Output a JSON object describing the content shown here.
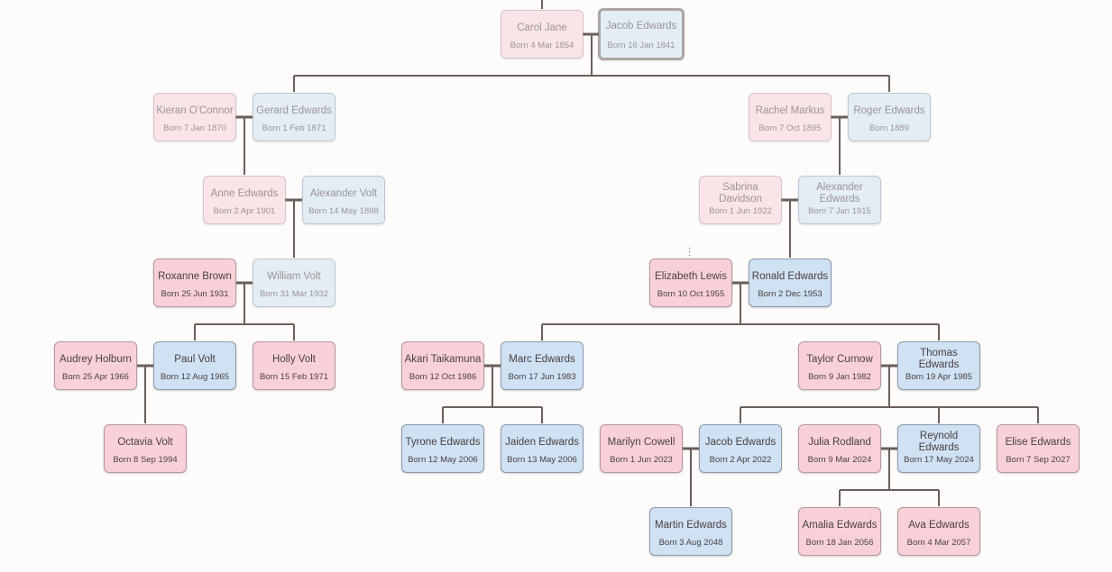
{
  "colors": {
    "female": "#f8d1d8",
    "male": "#cfe1f3",
    "line": "#6a5f5a"
  },
  "people": [
    {
      "id": "carol",
      "name": "Carol Jane",
      "born": "Born 4 Mar 1854",
      "sex": "f",
      "faded": true
    },
    {
      "id": "jacob-1841",
      "name": "Jacob Edwards",
      "born": "Born 16 Jan 1841",
      "sex": "m",
      "faded": true,
      "selected": true
    },
    {
      "id": "kieran",
      "name": "Kieran O'Connor",
      "born": "Born 7 Jan 1870",
      "sex": "f",
      "faded": true
    },
    {
      "id": "gerard",
      "name": "Gerard Edwards",
      "born": "Born 1 Feb 1871",
      "sex": "m",
      "faded": true
    },
    {
      "id": "rachel",
      "name": "Rachel Markus",
      "born": "Born 7 Oct 1895",
      "sex": "f",
      "faded": true
    },
    {
      "id": "roger",
      "name": "Roger Edwards",
      "born": "Born 1889",
      "sex": "m",
      "faded": true
    },
    {
      "id": "anne",
      "name": "Anne Edwards",
      "born": "Born 2 Apr 1901",
      "sex": "f",
      "faded": true
    },
    {
      "id": "alexander-volt",
      "name": "Alexander Volt",
      "born": "Born 14 May 1898",
      "sex": "m",
      "faded": true
    },
    {
      "id": "sabrina",
      "name": "Sabrina Davidson",
      "born": "Born 1 Jun 1922",
      "sex": "f",
      "faded": true
    },
    {
      "id": "alexander-edwards",
      "name": "Alexander Edwards",
      "born": "Born 7 Jan 1915",
      "sex": "m",
      "faded": true
    },
    {
      "id": "roxanne",
      "name": "Roxanne Brown",
      "born": "Born 25 Jun 1931",
      "sex": "f"
    },
    {
      "id": "william",
      "name": "William Volt",
      "born": "Born 31 Mar 1932",
      "sex": "m",
      "faded": true
    },
    {
      "id": "elizabeth",
      "name": "Elizabeth Lewis",
      "born": "Born 10 Oct 1955",
      "sex": "f"
    },
    {
      "id": "ronald",
      "name": "Ronald Edwards",
      "born": "Born 2 Dec 1953",
      "sex": "m"
    },
    {
      "id": "audrey",
      "name": "Audrey Holburn",
      "born": "Born 25 Apr 1966",
      "sex": "f"
    },
    {
      "id": "paul",
      "name": "Paul Volt",
      "born": "Born 12 Aug 1965",
      "sex": "m"
    },
    {
      "id": "holly",
      "name": "Holly Volt",
      "born": "Born 15 Feb 1971",
      "sex": "f"
    },
    {
      "id": "akari",
      "name": "Akari Taikamuna",
      "born": "Born 12 Oct 1986",
      "sex": "f"
    },
    {
      "id": "marc",
      "name": "Marc Edwards",
      "born": "Born 17 Jun 1983",
      "sex": "m"
    },
    {
      "id": "taylor",
      "name": "Taylor Curnow",
      "born": "Born 9 Jan 1982",
      "sex": "f"
    },
    {
      "id": "thomas",
      "name": "Thomas Edwards",
      "born": "Born 19 Apr 1985",
      "sex": "m"
    },
    {
      "id": "octavia",
      "name": "Octavia Volt",
      "born": "Born 8 Sep 1994",
      "sex": "f"
    },
    {
      "id": "tyrone",
      "name": "Tyrone Edwards",
      "born": "Born 12 May 2006",
      "sex": "m"
    },
    {
      "id": "jaiden",
      "name": "Jaiden Edwards",
      "born": "Born 13 May 2006",
      "sex": "m"
    },
    {
      "id": "marilyn",
      "name": "Marilyn Cowell",
      "born": "Born 1 Jun 2023",
      "sex": "f"
    },
    {
      "id": "jacob-2022",
      "name": "Jacob Edwards",
      "born": "Born 2 Apr 2022",
      "sex": "m"
    },
    {
      "id": "julia",
      "name": "Julia Rodland",
      "born": "Born 9 Mar 2024",
      "sex": "f"
    },
    {
      "id": "reynold",
      "name": "Reynold Edwards",
      "born": "Born 17 May 2024",
      "sex": "m"
    },
    {
      "id": "elise",
      "name": "Elise Edwards",
      "born": "Born 7 Sep 2027",
      "sex": "f"
    },
    {
      "id": "martin",
      "name": "Martin Edwards",
      "born": "Born 3 Aug 2048",
      "sex": "m"
    },
    {
      "id": "amalia",
      "name": "Amalia Edwards",
      "born": "Born 18 Jan 2056",
      "sex": "f"
    },
    {
      "id": "ava",
      "name": "Ava Edwards",
      "born": "Born 4 Mar 2057",
      "sex": "f"
    }
  ]
}
